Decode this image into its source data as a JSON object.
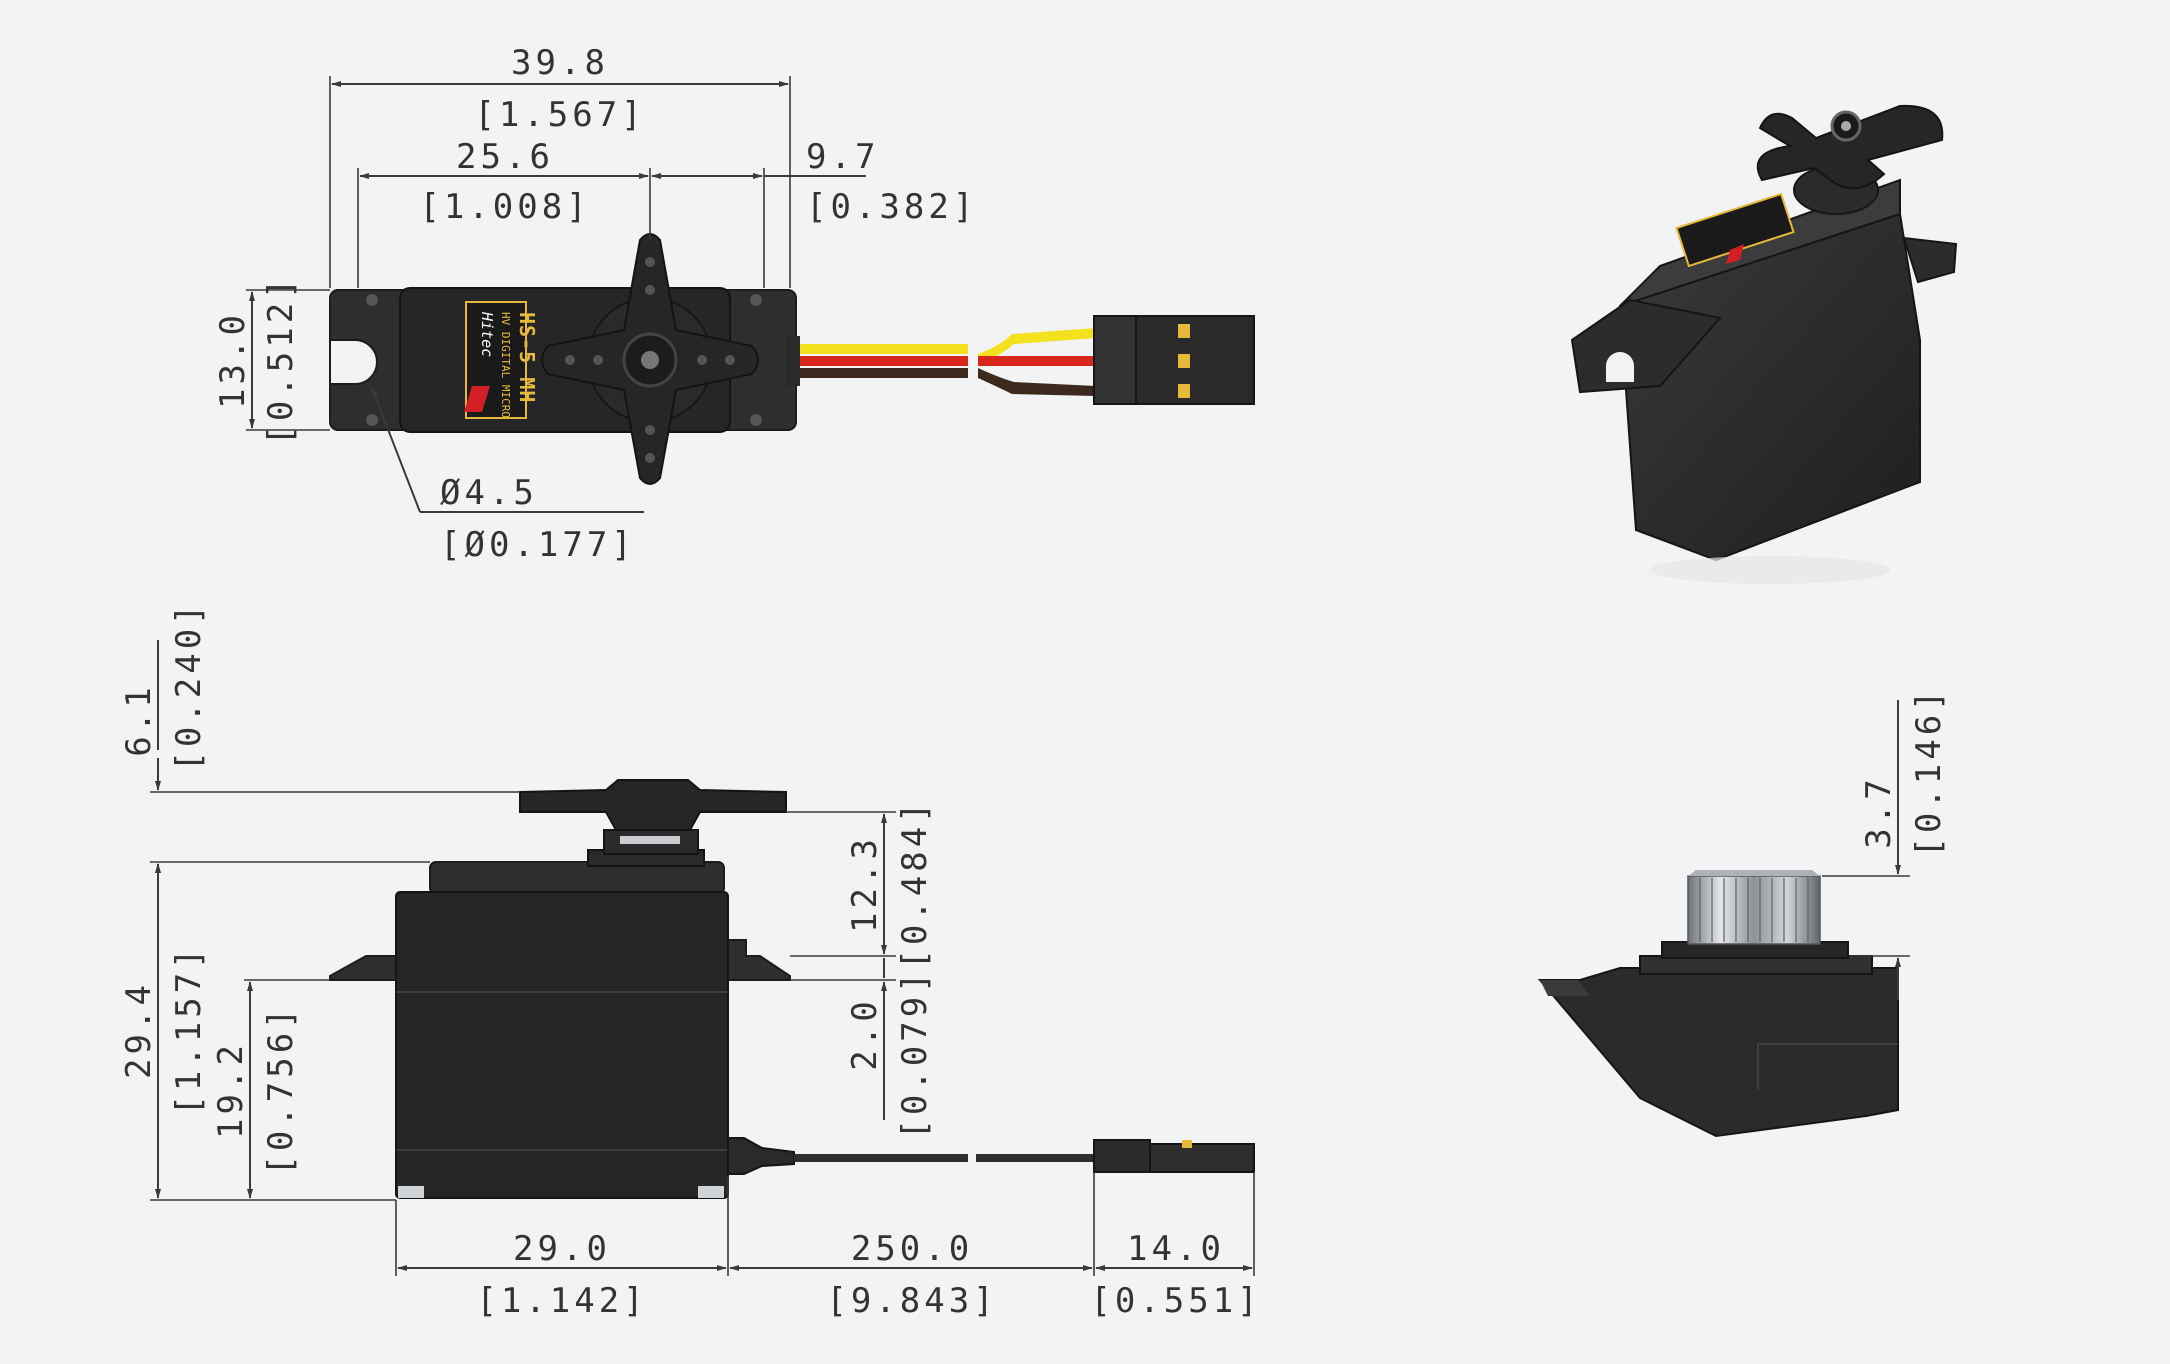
{
  "dimensions": {
    "overall_length": {
      "mm": "39.8",
      "inch": "[1.567]"
    },
    "body_length": {
      "mm": "25.6",
      "inch": "[1.008]"
    },
    "output_offset": {
      "mm": "9.7",
      "inch": "[0.382]"
    },
    "width": {
      "mm": "13.0",
      "inch": "[0.512]"
    },
    "hole_diameter": {
      "mm": "Ø4.5",
      "inch": "[Ø0.177]"
    },
    "horn_height": {
      "mm": "6.1",
      "inch": "[0.240]"
    },
    "total_height": {
      "mm": "29.4",
      "inch": "[1.157]"
    },
    "mount_height": {
      "mm": "19.2",
      "inch": "[0.756]"
    },
    "case_top_to_tab": {
      "mm": "12.3",
      "inch": "[0.484]"
    },
    "tab_thickness": {
      "mm": "2.0",
      "inch": "[0.079]"
    },
    "body_width": {
      "mm": "29.0",
      "inch": "[1.142]"
    },
    "cable_length": {
      "mm": "250.0",
      "inch": "[9.843]"
    },
    "connector_length": {
      "mm": "14.0",
      "inch": "[0.551]"
    },
    "spline_height": {
      "mm": "3.7",
      "inch": "[0.146]"
    }
  },
  "label": {
    "model": "HS-5 MH",
    "subtitle": "HV DIGITAL MICRO",
    "brand": "Hitec"
  },
  "colors": {
    "background": "#f2f3f5",
    "body": "#2e2e2e",
    "wire_signal": "#f2e11c",
    "wire_power": "#d8261c",
    "wire_ground": "#3b2a1d",
    "label_gold": "#e6b93a",
    "brand_red": "#d21f26"
  }
}
